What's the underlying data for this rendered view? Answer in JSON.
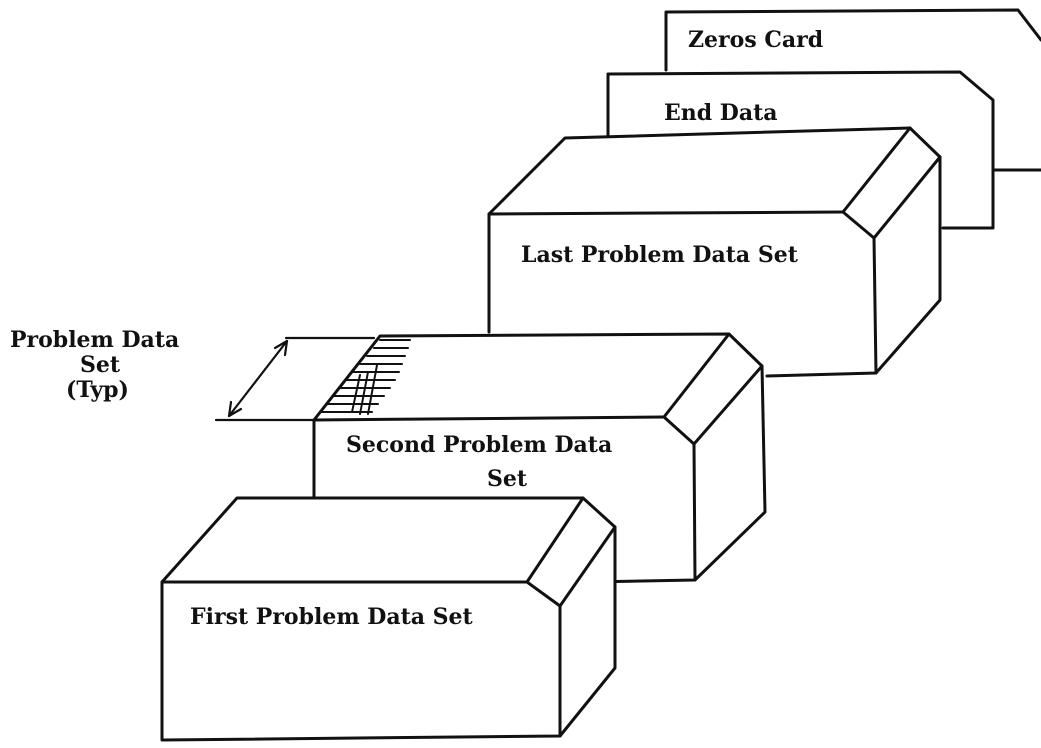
{
  "labels": {
    "zeros_card": "Zeros Card",
    "end_data": "End Data",
    "last_set": "Last Problem Data Set",
    "second_set_line1": "Second Problem Data",
    "second_set_line2": "Set",
    "first_set": "First Problem Data Set",
    "typ_line1": "Problem Data",
    "typ_line2": "Set",
    "typ_line3": "(Typ)"
  }
}
